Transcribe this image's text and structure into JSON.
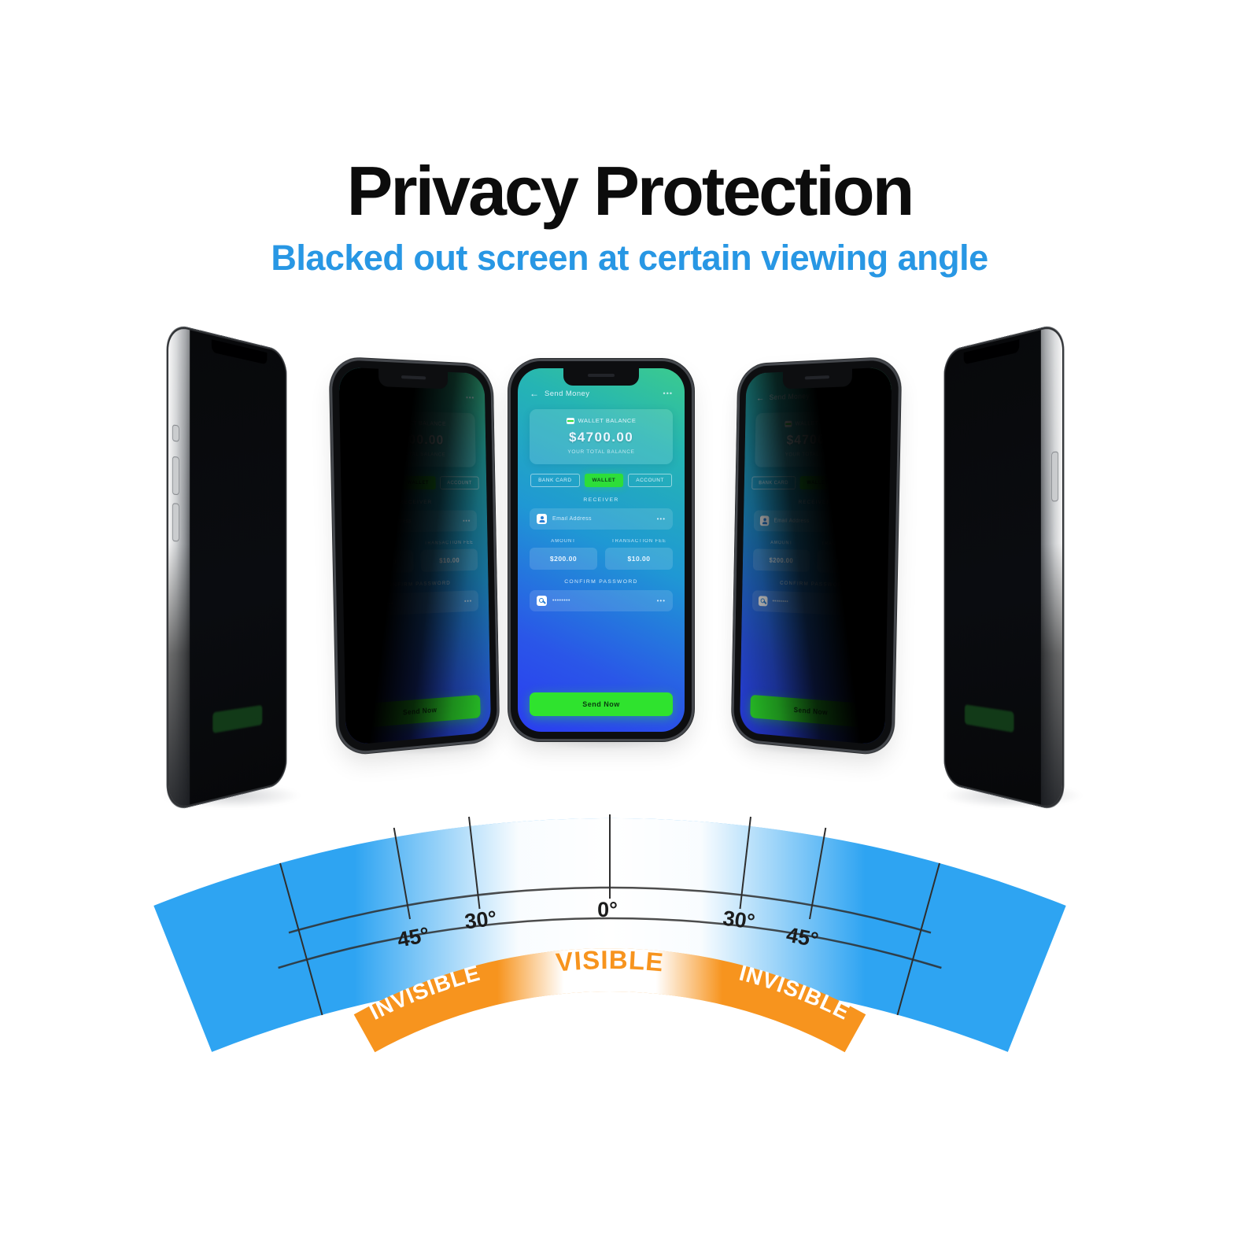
{
  "header": {
    "title": "Privacy Protection",
    "subtitle": "Blacked out screen at certain viewing angle"
  },
  "app": {
    "nav": {
      "back": "←",
      "title": "Send Money",
      "menu": "•••"
    },
    "balance": {
      "label": "Wallet Balance",
      "amount": "$4700.00",
      "caption": "Your Total Balance"
    },
    "tabs": [
      {
        "label": "BANK CARD"
      },
      {
        "label": "WALLET"
      },
      {
        "label": "ACCOUNT"
      }
    ],
    "receiver_label": "RECEIVER",
    "receiver_placeholder": "Email Address",
    "receiver_more": "•••",
    "amount_label": "AMOUNT",
    "amount_value": "$200.00",
    "fee_label": "TRANSACTION FEE",
    "fee_value": "$10.00",
    "password_label": "CONFIRM PASSWORD",
    "password_placeholder": "••••••••",
    "password_more": "•••",
    "submit": "Send Now"
  },
  "diagram": {
    "angle_labels": [
      "45°",
      "30°",
      "0°",
      "30°",
      "45°"
    ],
    "zone_labels": {
      "left": "INVISIBLE",
      "center": "VISIBLE",
      "right": "INVISIBLE"
    },
    "colors": {
      "band_blue": "#2EA4F2",
      "band_orange": "#F7941E",
      "accent_green": "#2FE32E",
      "subtitle_blue": "#2897E4",
      "title_black": "#0C0C0C"
    }
  }
}
